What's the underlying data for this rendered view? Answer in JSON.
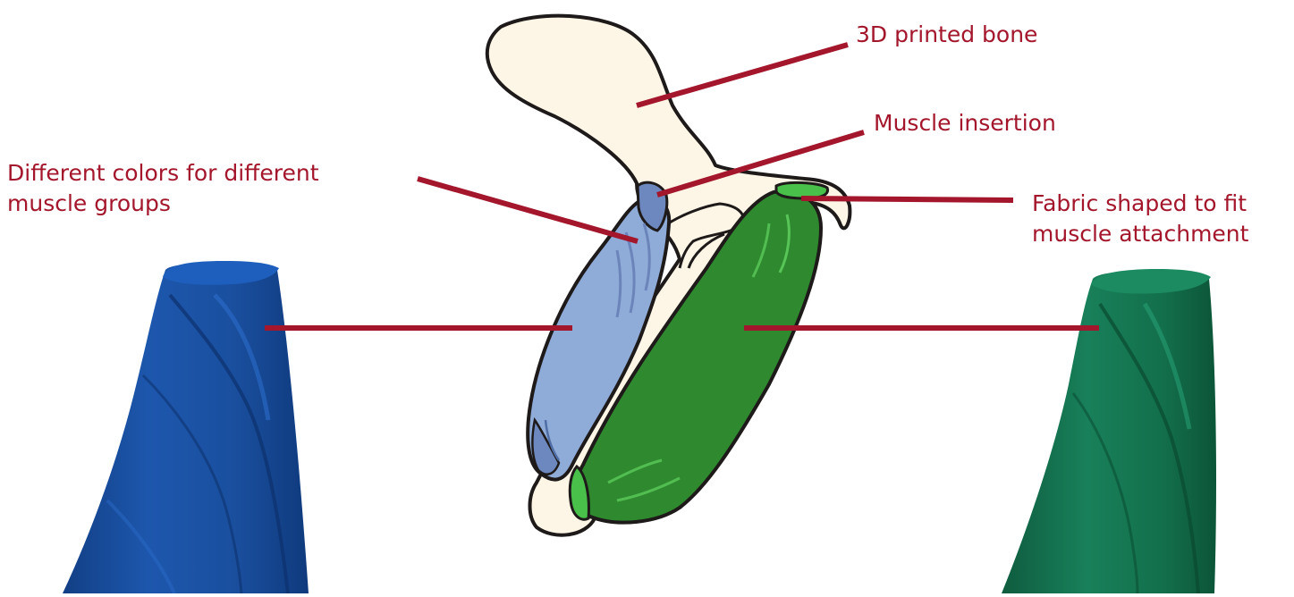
{
  "labels": {
    "bone": "3D printed bone",
    "insertion": "Muscle insertion",
    "colors_line1": "Different colors for different",
    "colors_line2": "muscle groups",
    "fabric_line1": "Fabric shaped to fit",
    "fabric_line2": "muscle attachment"
  },
  "colors": {
    "label_text": "#a3162b",
    "leader_line": "#a3162b",
    "bone_fill": "#fdf6e6",
    "outline": "#1e1a1a",
    "blue_muscle": "#8fabd8",
    "blue_muscle_insertion": "#6d88bf",
    "green_muscle": "#2f8a2f",
    "green_attachment": "#48c04a",
    "blue_fabric": "#1b55a8",
    "green_fabric": "#177a55"
  },
  "icons": {
    "blue_fabric": "blue-fabric-roll-icon",
    "green_fabric": "green-fabric-roll-icon"
  }
}
